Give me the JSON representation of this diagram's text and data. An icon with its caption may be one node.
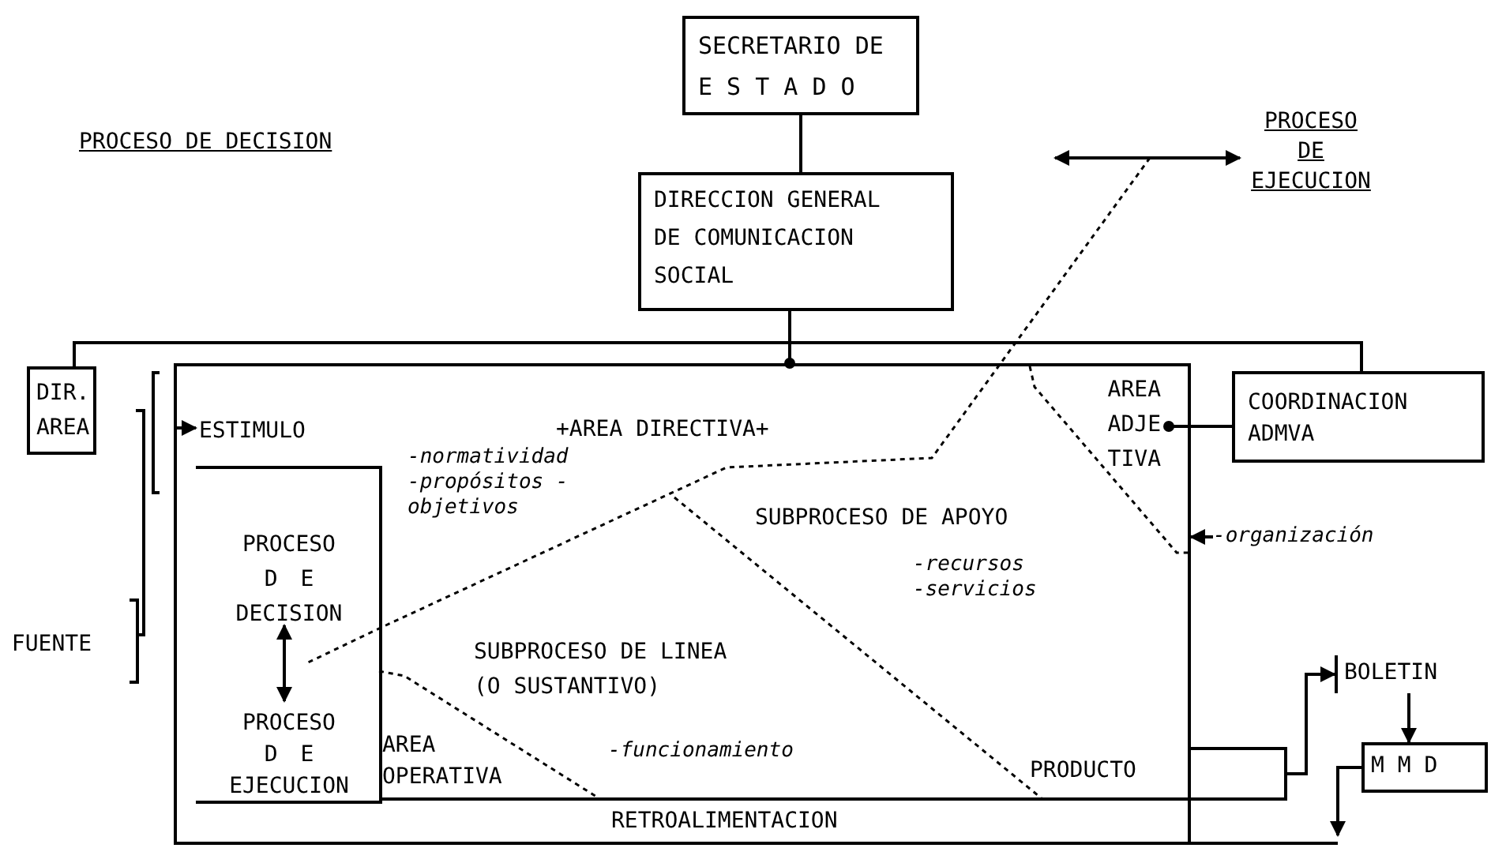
{
  "diagram": {
    "title": "PROCESO DE DECISION",
    "nodes": [
      {
        "text": [
          "SECRETARIO DE E S T A D O"
        ]
      },
      {
        "text": [
          "DIRECCION GENERAL DE COMUNICACION SOCIAL"
        ]
      },
      {
        "text": [
          "DIR. AREA"
        ]
      },
      {
        "text": [
          "COORDINACION ADMVA"
        ]
      },
      {
        "text": [
          "RETROALIMENTACION"
        ]
      },
      {
        "text": [],
        "shape": "box",
        "in": 4
      },
      {
        "text": [
          "PROCESO D E DECISION"
        ],
        "in": 5
      },
      {
        "text": [
          "PROCESO D E EJECUCION"
        ],
        "in": 5
      },
      {
        "text": [
          "ESTIMULO"
        ],
        "in": 4
      },
      {
        "text": [
          "FUENTE"
        ]
      },
      {
        "text": [
          "AREA ADJE TIVA"
        ],
        "in": 4
      },
      {
        "text": [
          "-organización"
        ]
      },
      {
        "text": [
          "PRODUCTO"
        ]
      },
      {
        "text": [
          "BOLETIN"
        ]
      },
      {
        "text": [
          "M M D"
        ]
      }
    ],
    "edges": [
      {
        "from": 0,
        "to": 1,
        "arrow": "none"
      },
      {
        "from": 1,
        "to": 4,
        "arrow": "other"
      },
      {
        "from": 2,
        "to": 3,
        "arrow": "none"
      },
      {
        "from": 3,
        "to": 10,
        "arrow": "other"
      },
      {
        "from": 11,
        "to": 4,
        "arrow": "to"
      },
      {
        "from": null,
        "to": 8,
        "arrow": "to"
      },
      {
        "from": 6,
        "to": 7,
        "arrow": "both"
      },
      {
        "from": 12,
        "to": 13,
        "arrow": "to"
      },
      {
        "from": 13,
        "to": 14,
        "arrow": "to"
      },
      {
        "from": 14,
        "to": null,
        "arrow": "to"
      }
    ],
    "labels": [
      "PROCESO DE EJECUCION",
      "+AREA DIRECTIVA+",
      "-normatividad -propósitos -objetivos",
      "SUBPROCESO DE APOYO",
      "-recursos -servicios",
      "SUBPROCESO DE LINEA (O SUSTANTIVO)",
      "-funcionamiento",
      "AREA OPERATIVA"
    ]
  }
}
